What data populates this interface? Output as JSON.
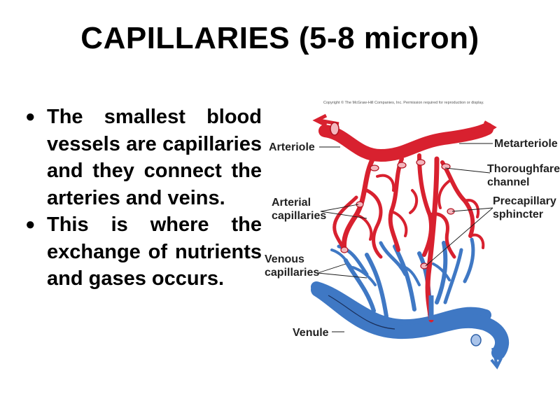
{
  "slide": {
    "title": "CAPILLARIES (5-8 micron)",
    "bullets": [
      "The smallest blood vessels are capillaries and they connect the arteries and veins.",
      "This is where the exchange of nutrients and gases occurs."
    ]
  },
  "diagram": {
    "copyright": "Copyright © The McGraw-Hill Companies, Inc. Permission required for reproduction or display.",
    "labels": {
      "arteriole": "Arteriole",
      "metarteriole": "Metarteriole",
      "thoroughfare_1": "Thoroughfare",
      "thoroughfare_2": "channel",
      "arterial_1": "Arterial",
      "arterial_2": "capillaries",
      "precap_1": "Precapillary",
      "precap_2": "sphincter",
      "venous_1": "Venous",
      "venous_2": "capillaries",
      "venule": "Venule"
    },
    "colors": {
      "artery": "#d8212f",
      "vein": "#3f78c4",
      "sphincter": "#f4b6bd"
    }
  }
}
